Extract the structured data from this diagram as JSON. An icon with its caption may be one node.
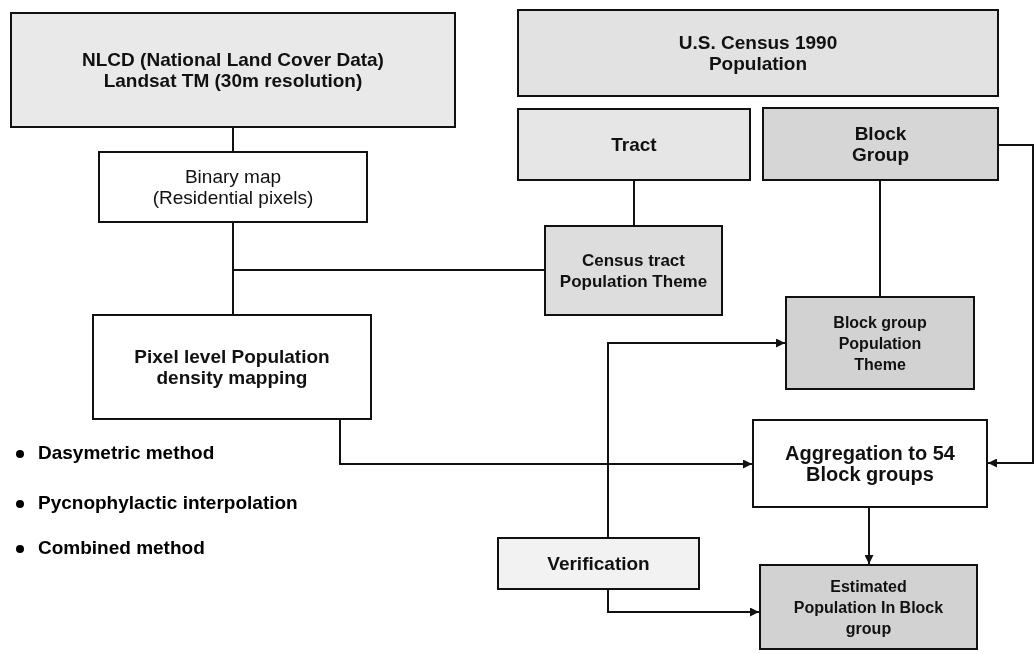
{
  "diagram": {
    "nodes": [
      {
        "text": [
          "NLCD (National Land Cover Data) Landsat TM (30m resolution)"
        ]
      },
      {
        "text": [
          "U.S. Census 1990 Population"
        ]
      },
      {
        "text": [
          "Tract"
        ]
      },
      {
        "text": [
          "Block Group"
        ]
      },
      {
        "text": [
          "Binary map (Residential pixels)"
        ]
      },
      {
        "text": [
          "Census tract Population Theme"
        ]
      },
      {
        "text": [
          "Pixel level Population density mapping"
        ]
      },
      {
        "text": [
          "Block group Population Theme"
        ]
      },
      {
        "text": [
          "Aggregation to 54 Block groups"
        ]
      },
      {
        "text": [
          "Verification"
        ]
      },
      {
        "text": [
          "Estimated Population In Block group"
        ]
      }
    ],
    "edges": [
      {
        "from": 0,
        "to": 4,
        "arrow": "none"
      },
      {
        "from": 4,
        "to": 6,
        "arrow": "none"
      },
      {
        "from": 5,
        "to": 6,
        "arrow": "none"
      },
      {
        "from": 2,
        "to": 5,
        "arrow": "none"
      },
      {
        "from": 3,
        "to": 7,
        "arrow": "none"
      },
      {
        "from": 6,
        "to": 8,
        "arrow": "to"
      },
      {
        "from": 3,
        "to": 8,
        "arrow": "to"
      },
      {
        "from": 9,
        "to": 7,
        "arrow": "to"
      },
      {
        "from": 9,
        "to": 10,
        "arrow": "to"
      },
      {
        "from": 8,
        "to": 10,
        "arrow": "to"
      }
    ],
    "labels": [
      "Dasymetric method",
      "Pycnophylactic interpolation",
      "Combined method"
    ]
  }
}
